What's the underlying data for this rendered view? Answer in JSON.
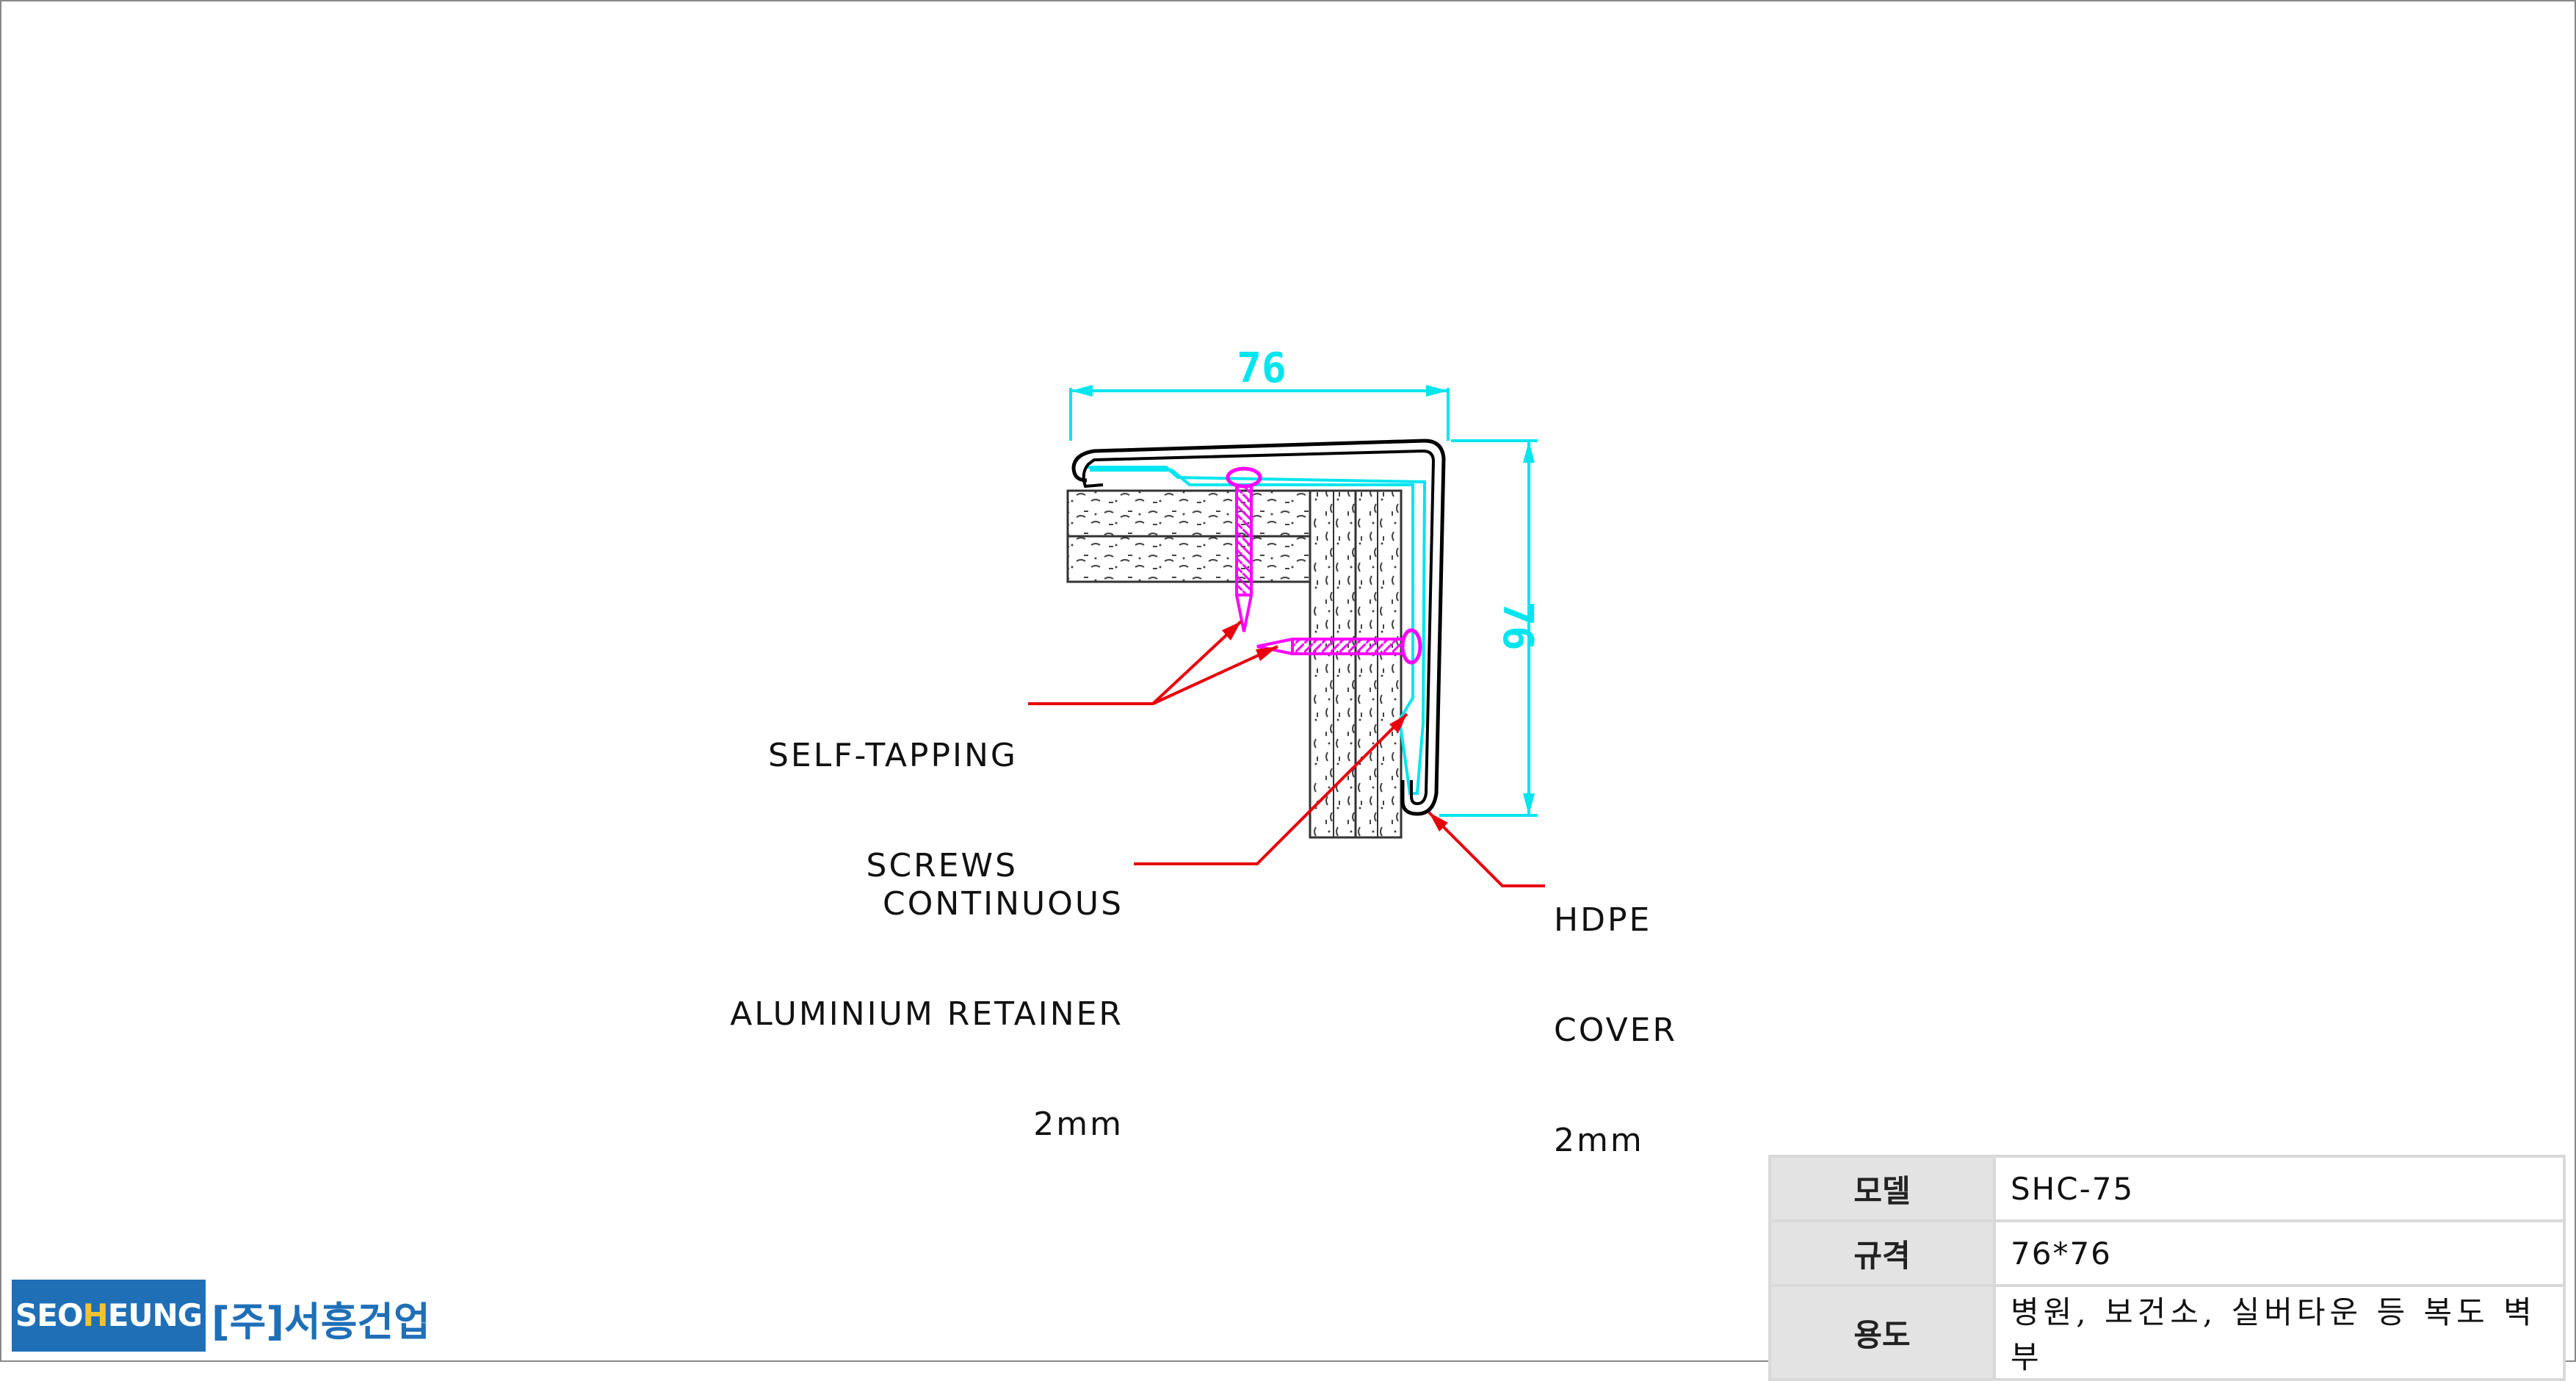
{
  "dimensions": {
    "width": "76",
    "height": "76"
  },
  "callouts": {
    "screws": [
      "SELF-TAPPING",
      "SCREWS"
    ],
    "retainer": [
      "CONTINUOUS",
      "ALUMINIUM RETAINER",
      "2mm"
    ],
    "cover": [
      "HDPE",
      "COVER",
      "2mm"
    ]
  },
  "spec_table": [
    {
      "label": "모델",
      "value": "SHC-75"
    },
    {
      "label": "규격",
      "value": "76*76"
    },
    {
      "label": "용도",
      "value": "병원, 보건소, 실버타운 등 복도 벽부"
    }
  ],
  "logo": {
    "part1": "SEO",
    "part2": "H",
    "part3": "EUNG",
    "company": "[주]서흥건업"
  },
  "colors": {
    "dimension": "#00e5ee",
    "leader": "#e8000b",
    "screw": "#ff00ff",
    "outline": "#000000",
    "logo": "#1f6fb7"
  }
}
